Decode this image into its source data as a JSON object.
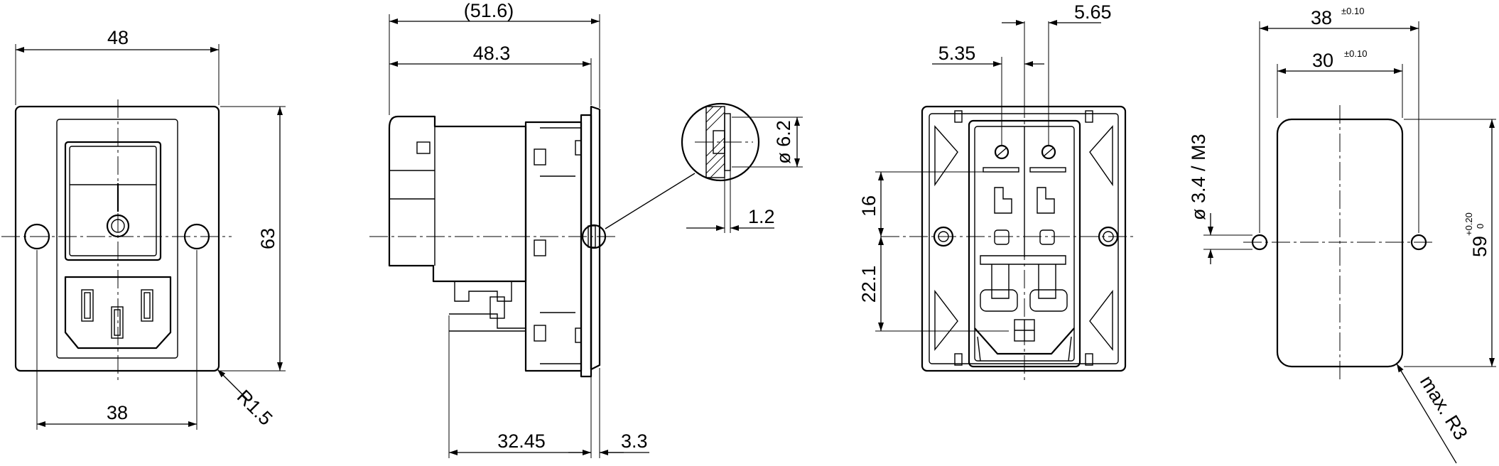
{
  "views": {
    "front": {
      "width": "48",
      "height": "63",
      "hole_spacing": "38",
      "corner_radius": "R1.5"
    },
    "side": {
      "overall_depth": "(51.6)",
      "body_depth": "48.3",
      "rear_depth": "32.45",
      "flange": "3.3",
      "hole_diameter": "ø 6.2",
      "panel_thickness": "1.2"
    },
    "rear": {
      "offset_left": "5.35",
      "offset_right": "5.65",
      "upper": "16",
      "lower": "22.1"
    },
    "cutout": {
      "outer_width": "38",
      "outer_width_tol": "±0.10",
      "inner_width": "30",
      "inner_width_tol": "±0.10",
      "hole": "ø 3.4 / M3",
      "height": "59",
      "height_tol_upper": "+0.20",
      "height_tol_lower": "0",
      "corner_radius": "max. R3"
    }
  }
}
